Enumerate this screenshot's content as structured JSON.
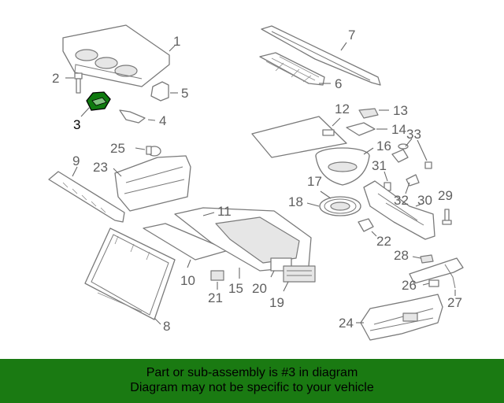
{
  "diagram": {
    "callouts": [
      "1",
      "2",
      "3",
      "4",
      "5",
      "6",
      "7",
      "8",
      "9",
      "10",
      "11",
      "12",
      "13",
      "14",
      "15",
      "16",
      "17",
      "18",
      "19",
      "20",
      "21",
      "22",
      "23",
      "24",
      "25",
      "26",
      "27",
      "28",
      "29",
      "30",
      "31",
      "32",
      "33"
    ],
    "highlighted_part": "3",
    "highlight_color": "#0f7a0f"
  },
  "footer": {
    "line1": "Part or sub-assembly is #3 in diagram",
    "line2": "Diagram may not be specific to your vehicle",
    "background": "#1a7a12"
  }
}
